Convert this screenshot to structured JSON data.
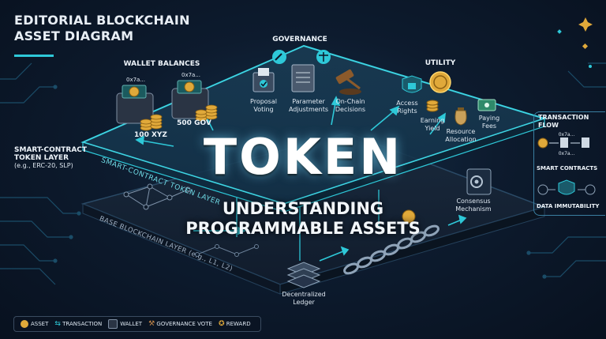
{
  "title": {
    "line1": "EDITORIAL BLOCKCHAIN",
    "line2": "ASSET DIAGRAM"
  },
  "hero": {
    "main": "TOKEN",
    "sub1": "UNDERSTANDING",
    "sub2": "PROGRAMMABLE ASSETS"
  },
  "layers": {
    "smart_contract": "SMART-CONTRACT TOKEN LAYER",
    "base": "BASE BLOCKCHAIN LAYER (e.g., L1, L2)"
  },
  "left_label": {
    "line1": "SMART-CONTRACT",
    "line2": "TOKEN LAYER",
    "line3": "(e.g., ERC-20, SLP)"
  },
  "wallets": {
    "heading": "WALLET BALANCES",
    "addr1": "0x7a...",
    "addr2": "0x7a...",
    "balance1": "100 XYZ",
    "balance2": "500 GOV"
  },
  "governance": {
    "heading": "GOVERNANCE",
    "items": [
      {
        "l1": "Proposal",
        "l2": "Voting"
      },
      {
        "l1": "Parameter",
        "l2": "Adjustments"
      },
      {
        "l1": "On-Chain",
        "l2": "Decisions"
      }
    ]
  },
  "utility": {
    "heading": "UTILITY",
    "access": {
      "l1": "Access",
      "l2": "Rights"
    },
    "earning": {
      "l1": "Earning",
      "l2": "Yield"
    },
    "resource": {
      "l1": "Resource",
      "l2": "Allocation"
    },
    "fees": {
      "l1": "Paying",
      "l2": "Fees"
    }
  },
  "transaction_flow": {
    "heading_l1": "TRANSACTION",
    "heading_l2": "FLOW",
    "addr1": "0x7a...",
    "addr2": "0x7a...",
    "smart_contracts": "SMART CONTRACTS",
    "immutability": "DATA IMMUTABILITY"
  },
  "consensus": {
    "l1": "Consensus",
    "l2": "Mechanism"
  },
  "ledger": {
    "l1": "Decentralized",
    "l2": "Ledger"
  },
  "legend": {
    "asset": "ASSET",
    "transaction": "TRANSACTION",
    "wallet": "WALLET",
    "governance_vote": "GOVERNANCE VOTE",
    "reward": "REWARD"
  },
  "colors": {
    "accent": "#2ec8d8",
    "gold": "#e0a93a",
    "bg": "#0b1526"
  }
}
